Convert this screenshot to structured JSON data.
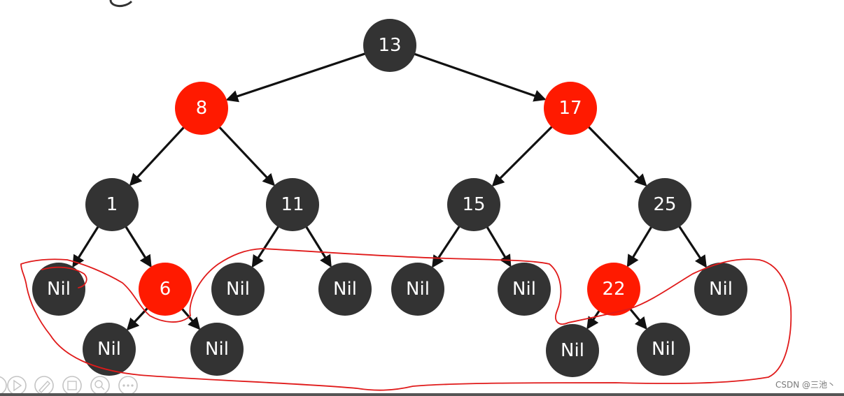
{
  "colors": {
    "black_node": "#333333",
    "red_node": "#ff1a00",
    "edge": "#111111",
    "annotation": "#e01a1a"
  },
  "tree": {
    "nodes": [
      {
        "id": "n13",
        "label": "13",
        "color": "black"
      },
      {
        "id": "n8",
        "label": "8",
        "color": "red"
      },
      {
        "id": "n17",
        "label": "17",
        "color": "red"
      },
      {
        "id": "n1",
        "label": "1",
        "color": "black"
      },
      {
        "id": "n11",
        "label": "11",
        "color": "black"
      },
      {
        "id": "n15",
        "label": "15",
        "color": "black"
      },
      {
        "id": "n25",
        "label": "25",
        "color": "black"
      },
      {
        "id": "nil1a",
        "label": "Nil",
        "color": "black"
      },
      {
        "id": "n6",
        "label": "6",
        "color": "red"
      },
      {
        "id": "nil11a",
        "label": "Nil",
        "color": "black"
      },
      {
        "id": "nil11b",
        "label": "Nil",
        "color": "black"
      },
      {
        "id": "nil15a",
        "label": "Nil",
        "color": "black"
      },
      {
        "id": "nil15b",
        "label": "Nil",
        "color": "black"
      },
      {
        "id": "n22",
        "label": "22",
        "color": "red"
      },
      {
        "id": "nil25b",
        "label": "Nil",
        "color": "black"
      },
      {
        "id": "nil6a",
        "label": "Nil",
        "color": "black"
      },
      {
        "id": "nil6b",
        "label": "Nil",
        "color": "black"
      },
      {
        "id": "nil22a",
        "label": "Nil",
        "color": "black"
      },
      {
        "id": "nil22b",
        "label": "Nil",
        "color": "black"
      }
    ],
    "edges": [
      [
        "n13",
        "n8"
      ],
      [
        "n13",
        "n17"
      ],
      [
        "n8",
        "n1"
      ],
      [
        "n8",
        "n11"
      ],
      [
        "n17",
        "n15"
      ],
      [
        "n17",
        "n25"
      ],
      [
        "n1",
        "nil1a"
      ],
      [
        "n1",
        "n6"
      ],
      [
        "n11",
        "nil11a"
      ],
      [
        "n11",
        "nil11b"
      ],
      [
        "n15",
        "nil15a"
      ],
      [
        "n15",
        "nil15b"
      ],
      [
        "n25",
        "n22"
      ],
      [
        "n25",
        "nil25b"
      ],
      [
        "n6",
        "nil6a"
      ],
      [
        "n6",
        "nil6b"
      ],
      [
        "n22",
        "nil22a"
      ],
      [
        "n22",
        "nil22b"
      ]
    ]
  },
  "toolbar": {
    "icons": [
      "play-icon",
      "pen-icon",
      "layout-icon",
      "zoom-icon",
      "more-icon"
    ]
  },
  "watermark": "CSDN @三池丶"
}
